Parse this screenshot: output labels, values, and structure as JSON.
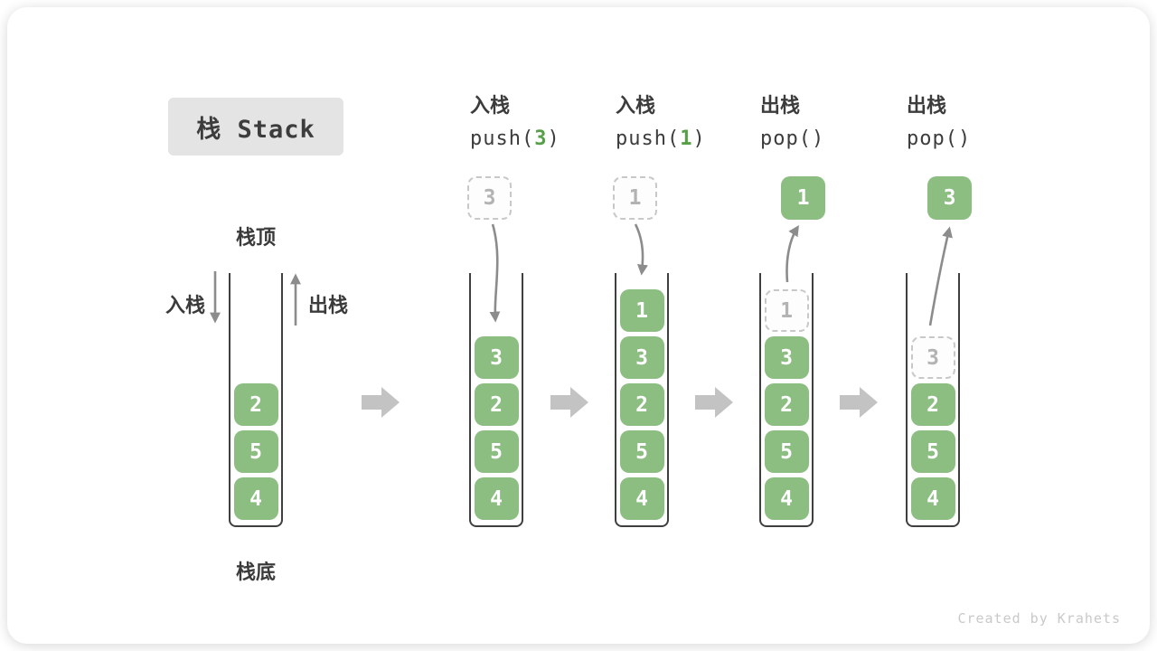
{
  "title": {
    "text": "栈 Stack"
  },
  "legend": {
    "stack_top": "栈顶",
    "stack_bottom": "栈底",
    "push_label": "入栈",
    "pop_label": "出栈"
  },
  "watermark": "Created by Krahets",
  "colors": {
    "block_green": "#8cbe82",
    "accent_green": "#55a046",
    "dark_text": "#3c3c3c",
    "motion_arrow_gray": "#8c8c8c",
    "flow_arrow_gray": "#c3c3c3",
    "dashed_border_gray": "#c8c8c8",
    "dashed_text_gray": "#b3b3b3",
    "title_background": "#e4e4e4",
    "watermark_gray": "#c9c9c9"
  },
  "stacks": [
    {
      "name": "initial",
      "header": null,
      "floating": null,
      "cells": [
        {
          "value": "2",
          "level": 3,
          "variant": "solid"
        },
        {
          "value": "5",
          "level": 4,
          "variant": "solid"
        },
        {
          "value": "4",
          "level": 5,
          "variant": "solid"
        }
      ]
    },
    {
      "name": "after-push-3",
      "header": {
        "line1": "入栈",
        "code_pre": "push(",
        "code_arg": "3",
        "code_post": ")"
      },
      "floating": {
        "value": "3",
        "variant": "dashed"
      },
      "cells": [
        {
          "value": "3",
          "level": 2,
          "variant": "solid"
        },
        {
          "value": "2",
          "level": 3,
          "variant": "solid"
        },
        {
          "value": "5",
          "level": 4,
          "variant": "solid"
        },
        {
          "value": "4",
          "level": 5,
          "variant": "solid"
        }
      ]
    },
    {
      "name": "after-push-1",
      "header": {
        "line1": "入栈",
        "code_pre": "push(",
        "code_arg": "1",
        "code_post": ")"
      },
      "floating": {
        "value": "1",
        "variant": "dashed"
      },
      "cells": [
        {
          "value": "1",
          "level": 1,
          "variant": "solid"
        },
        {
          "value": "3",
          "level": 2,
          "variant": "solid"
        },
        {
          "value": "2",
          "level": 3,
          "variant": "solid"
        },
        {
          "value": "5",
          "level": 4,
          "variant": "solid"
        },
        {
          "value": "4",
          "level": 5,
          "variant": "solid"
        }
      ]
    },
    {
      "name": "after-pop-1",
      "header": {
        "line1": "出栈",
        "code_pre": "pop(",
        "code_arg": "",
        "code_post": ")"
      },
      "floating": {
        "value": "1",
        "variant": "solid"
      },
      "cells": [
        {
          "value": "1",
          "level": 1,
          "variant": "dashed"
        },
        {
          "value": "3",
          "level": 2,
          "variant": "solid"
        },
        {
          "value": "2",
          "level": 3,
          "variant": "solid"
        },
        {
          "value": "5",
          "level": 4,
          "variant": "solid"
        },
        {
          "value": "4",
          "level": 5,
          "variant": "solid"
        }
      ]
    },
    {
      "name": "after-pop-3",
      "header": {
        "line1": "出栈",
        "code_pre": "pop(",
        "code_arg": "",
        "code_post": ")"
      },
      "floating": {
        "value": "3",
        "variant": "solid"
      },
      "cells": [
        {
          "value": "3",
          "level": 2,
          "variant": "dashed"
        },
        {
          "value": "2",
          "level": 3,
          "variant": "solid"
        },
        {
          "value": "5",
          "level": 4,
          "variant": "solid"
        },
        {
          "value": "4",
          "level": 5,
          "variant": "solid"
        }
      ]
    }
  ]
}
